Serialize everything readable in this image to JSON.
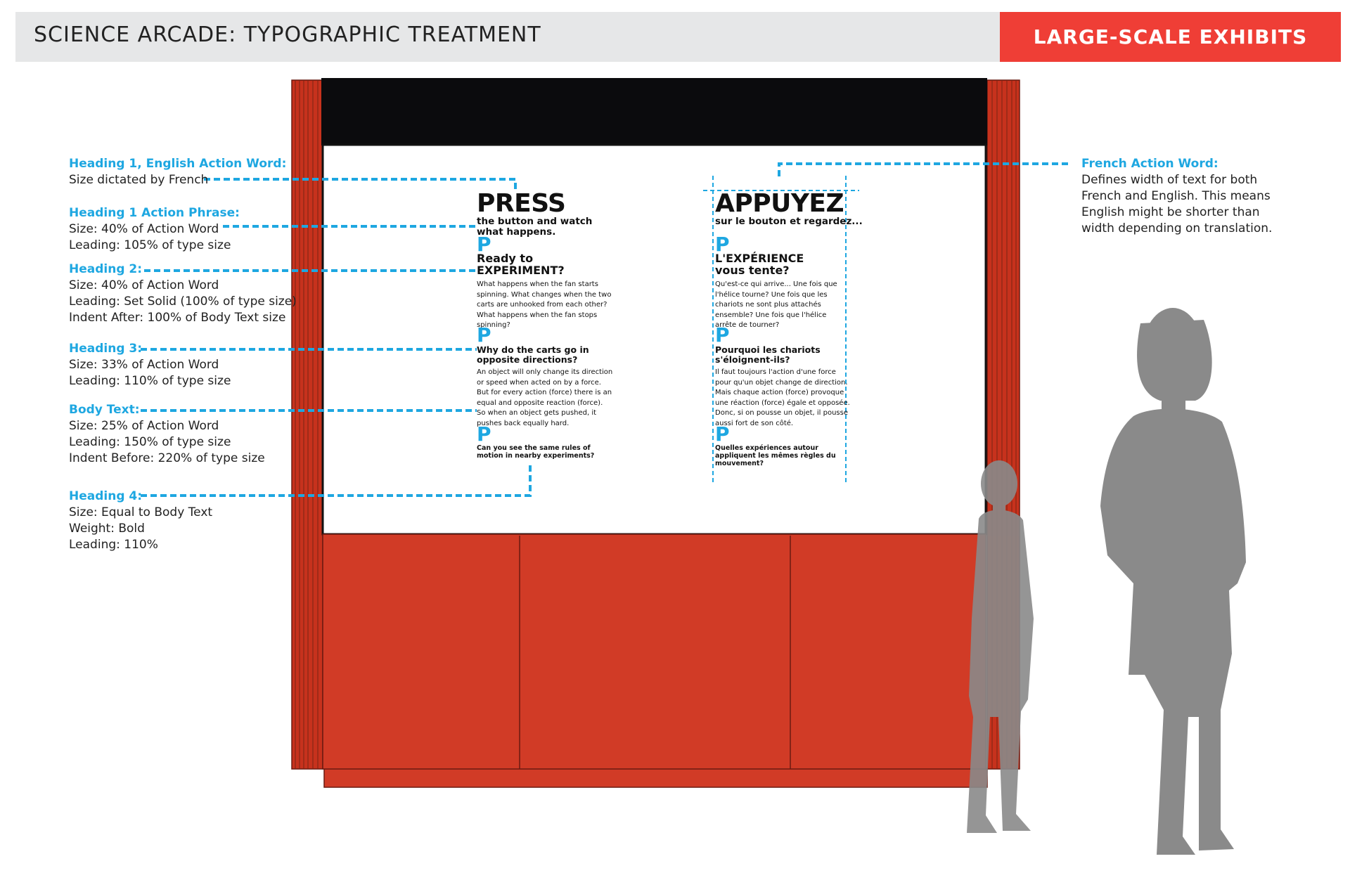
{
  "header": {
    "title": "SCIENCE ARCADE: TYPOGRAPHIC TREATMENT",
    "tag": "LARGE-SCALE EXHIBITS"
  },
  "annotations": {
    "heading1": {
      "title": "Heading 1, English Action Word:",
      "lines": [
        "Size dictated by French"
      ]
    },
    "phrase": {
      "title": "Heading 1 Action Phrase:",
      "lines": [
        "Size: 40% of Action Word",
        "Leading: 105% of type size"
      ]
    },
    "heading2": {
      "title": "Heading 2:",
      "lines": [
        "Size: 40% of Action Word",
        "Leading: Set Solid (100% of type size)",
        "Indent After: 100% of Body Text size"
      ]
    },
    "heading3": {
      "title": "Heading 3:",
      "lines": [
        "Size: 33% of Action Word",
        "Leading: 110% of type size"
      ]
    },
    "body": {
      "title": "Body Text:",
      "lines": [
        "Size: 25% of Action Word",
        "Leading: 150% of type size",
        "Indent Before: 220% of type size"
      ]
    },
    "heading4": {
      "title": "Heading 4:",
      "lines": [
        "Size: Equal to Body Text",
        "Weight: Bold",
        "Leading: 110%"
      ]
    },
    "french": {
      "title": "French Action Word:",
      "lines": [
        "Defines width of text for both",
        "French and English. This means",
        "English might be shorter than",
        "width depending on translation."
      ]
    }
  },
  "panel_en": {
    "action_word": "PRESS",
    "action_phrase": [
      "the button and watch",
      "what happens."
    ],
    "h2": [
      "Ready to",
      "EXPERIMENT?"
    ],
    "body1": [
      "What happens when the fan starts",
      "spinning. What changes when the two",
      "carts are unhooked from each other?",
      "What happens when the fan stops",
      "spinning?"
    ],
    "h3": [
      "Why do the carts go in",
      "opposite directions?"
    ],
    "body2": [
      "An object will only change its direction",
      "or speed when acted on by a force.",
      "But for every action (force) there is an",
      "equal and opposite reaction (force).",
      "So when an object gets pushed, it",
      "pushes back equally hard."
    ],
    "h4": [
      "Can you see the same rules of",
      "motion in nearby experiments?"
    ]
  },
  "panel_fr": {
    "action_word": "APPUYEZ",
    "action_phrase": [
      "sur le bouton et regardez..."
    ],
    "h2": [
      "L'EXPÉRIENCE",
      "vous tente?"
    ],
    "body1": [
      "Qu'est-ce qui arrive... Une fois que",
      "l'hélice tourne? Une fois que les",
      "chariots ne sont plus attachés",
      "ensemble? Une fois que l'hélice",
      "arrête de tourner?"
    ],
    "h3": [
      "Pourquoi les chariots",
      "s'éloignent-ils?"
    ],
    "body2": [
      "Il faut toujours l'action d'une force",
      "pour qu'un objet change de direction.",
      "Mais chaque action (force) provoque",
      "une réaction (force) égale et opposée.",
      "Donc, si on pousse un objet, il pousse",
      "aussi fort de son côté."
    ],
    "h4": [
      "Quelles expériences autour",
      "appliquent les mêmes règles du",
      "mouvement?"
    ]
  },
  "marker_glyph": "P",
  "colors": {
    "accent_blue": "#1ea7e1",
    "exhibit_red": "#d13b26",
    "header_red": "#ef3e36",
    "silhouette": "#8a8a8a"
  }
}
